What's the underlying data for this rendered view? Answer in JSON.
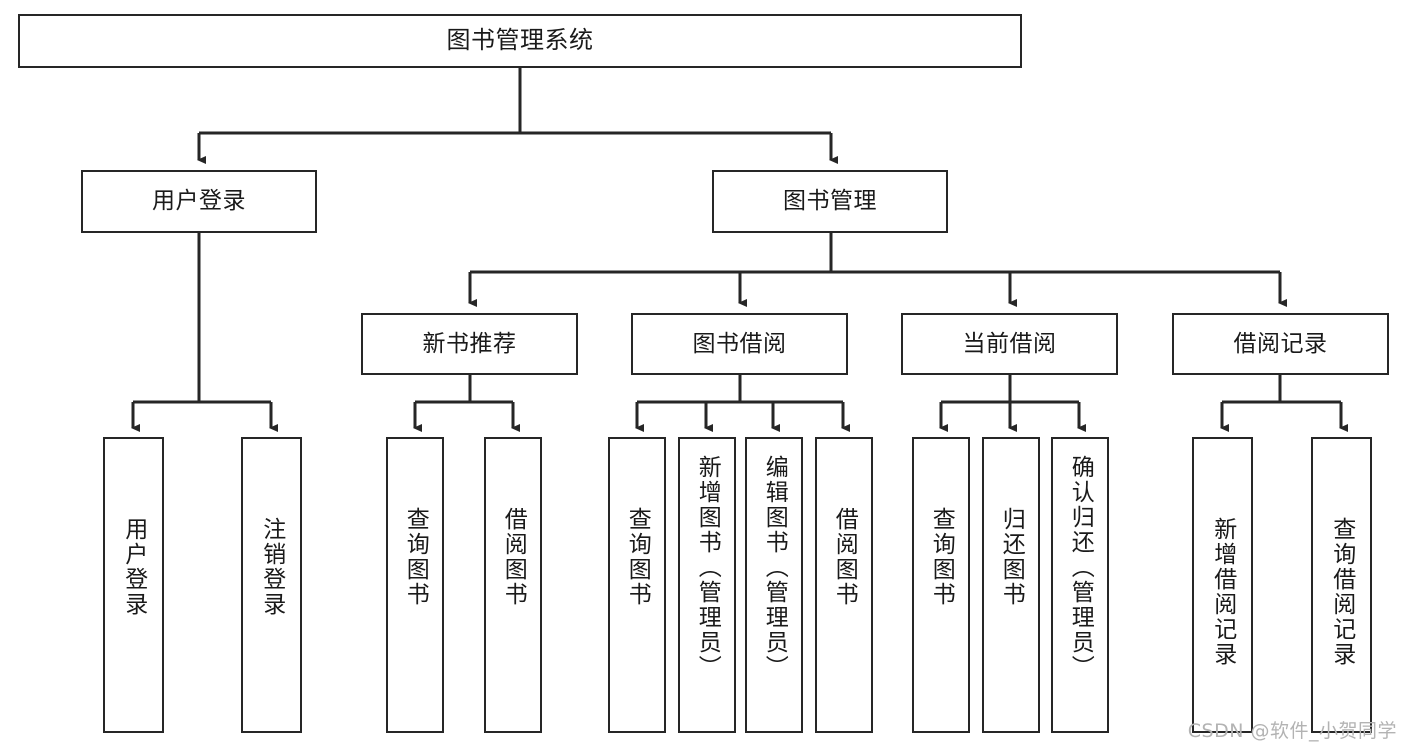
{
  "diagram": {
    "title": "图书管理系统",
    "type": "tree-hierarchy-chart",
    "colors": {
      "box_border": "#262626",
      "box_fill": "#ffffff",
      "connector": "#262626",
      "text": "#1a1a1a",
      "watermark": "#b3b3b3",
      "background": "#ffffff"
    },
    "root": {
      "label": "图书管理系统"
    },
    "level2": [
      {
        "label": "用户登录"
      },
      {
        "label": "图书管理"
      }
    ],
    "level3": [
      {
        "label": "新书推荐"
      },
      {
        "label": "图书借阅"
      },
      {
        "label": "当前借阅"
      },
      {
        "label": "借阅记录"
      }
    ],
    "leaves": {
      "user_login": [
        {
          "label": "用户登录"
        },
        {
          "label": "注销登录"
        }
      ],
      "new_book_recommend": [
        {
          "label": "查询图书"
        },
        {
          "label": "借阅图书"
        }
      ],
      "book_borrow": [
        {
          "label": "查询图书"
        },
        {
          "label": "新增图书（管理员）"
        },
        {
          "label": "编辑图书（管理员）"
        },
        {
          "label": "借阅图书"
        }
      ],
      "current_borrow": [
        {
          "label": "查询图书"
        },
        {
          "label": "归还图书"
        },
        {
          "label": "确认归还（管理员）"
        }
      ],
      "borrow_record": [
        {
          "label": "新增借阅记录"
        },
        {
          "label": "查询借阅记录"
        }
      ]
    }
  },
  "watermark": {
    "text": "CSDN @软件_小贺同学"
  }
}
